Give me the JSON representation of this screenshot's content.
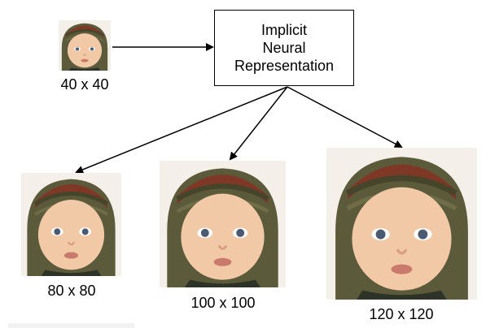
{
  "inr_box": {
    "lines": [
      "Implicit",
      "Neural",
      "Representation"
    ]
  },
  "inputs": [
    {
      "label": "40 x 40"
    }
  ],
  "outputs": [
    {
      "label": "80 x 80"
    },
    {
      "label": "100 x 100"
    },
    {
      "label": "120 x 120"
    }
  ],
  "colors": {
    "hat_knit": "#5b5a3a",
    "hat_red": "#8a2f22",
    "skin": "#f2c9a6",
    "eyes": "#4b5a70",
    "arrow": "#000000"
  },
  "icons": [
    "baby-photo",
    "arrow-right",
    "arrow-down-left",
    "arrow-down",
    "arrow-down-right"
  ]
}
